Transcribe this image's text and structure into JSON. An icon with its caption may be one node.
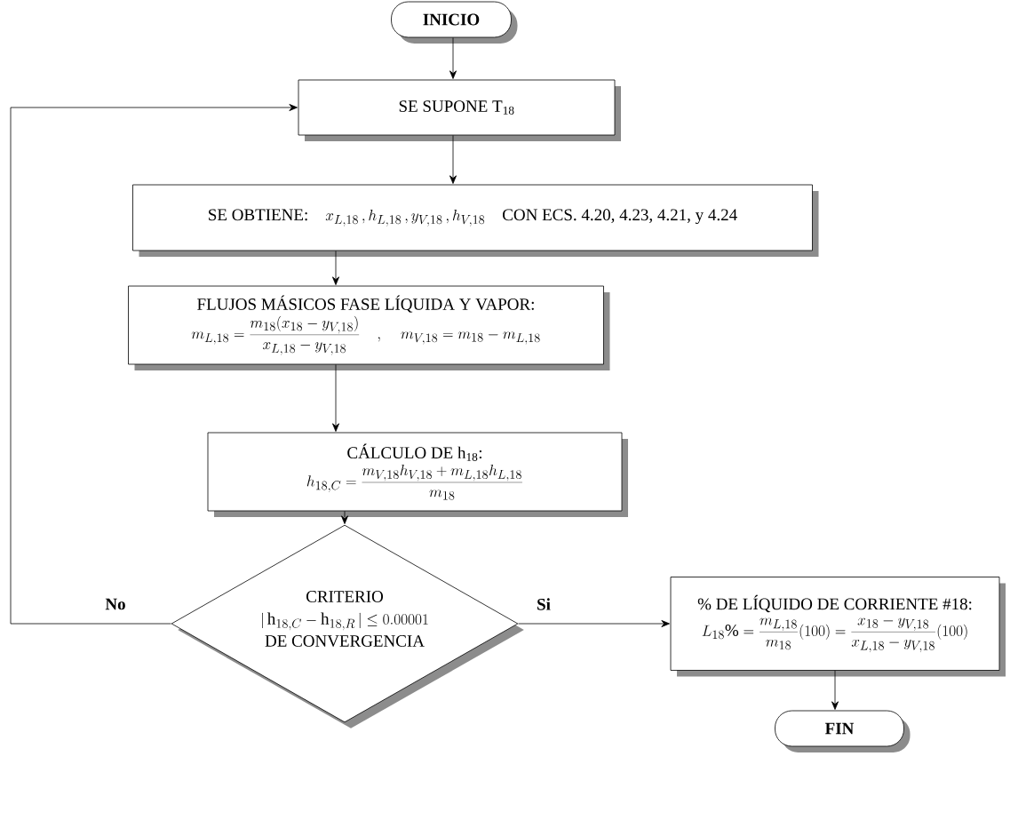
{
  "diagram": {
    "nodes": [
      {
        "text": [
          "INICIO"
        ]
      },
      {
        "text": [
          "SE SUPONE T$_{18}$"
        ]
      },
      {
        "text": [
          "SE OBTIENE:",
          "x_{L,18}\\,, h_{L,18}\\,, y_{V,18}\\,, h_{V,18}",
          "CON ECS. 4.20, 4.23, 4.21, y 4.24"
        ]
      },
      {
        "text": [
          "FLUJOS MÁSICOS FASE LÍQUIDA Y VAPOR:",
          "m_{L,18}=\\frac{m_{18}(x_{18}-y_{V,18})}{x_{L,18}-y_{V,18}}\\quad,\\quad m_{V,18}=m_{18}-m_{L,18}"
        ]
      },
      {
        "text": [
          "CÁLCULO DE h$_{18}$:",
          "h_{18,C}=\\frac{m_{V,18}h_{V,18}+m_{L,18}h_{L,18}}{m_{18}}"
        ]
      },
      {
        "text": [
          "CRITERIO",
          "|\\,\\mathrm{h}_{18,C}-\\mathrm{h}_{18,R}\\,| \\le 0.00001",
          "DE CONVERGENCIA"
        ]
      },
      {
        "text": [
          "% DE LÍQUIDO DE CORRIENTE #18:",
          "L_{18}\\%=\\frac{m_{L,18}}{m_{18}}(100)=\\frac{x_{18}-y_{V,18}}{x_{L,18}-y_{V,18}}(100)"
        ]
      },
      {
        "text": [
          "FIN"
        ]
      }
    ],
    "edges": [
      {
        "from": 0,
        "to": 1,
        "arrow": "to"
      },
      {
        "from": 1,
        "to": 2,
        "arrow": "to"
      },
      {
        "from": 2,
        "to": 3,
        "arrow": "to"
      },
      {
        "from": 3,
        "to": 4,
        "arrow": "to"
      },
      {
        "from": 4,
        "to": 5,
        "arrow": "to"
      },
      {
        "from": 5,
        "to": 1,
        "arrow": "to",
        "label": "No"
      },
      {
        "from": 5,
        "to": 6,
        "arrow": "to",
        "label": "Si"
      },
      {
        "from": 6,
        "to": 7,
        "arrow": "to"
      }
    ]
  }
}
